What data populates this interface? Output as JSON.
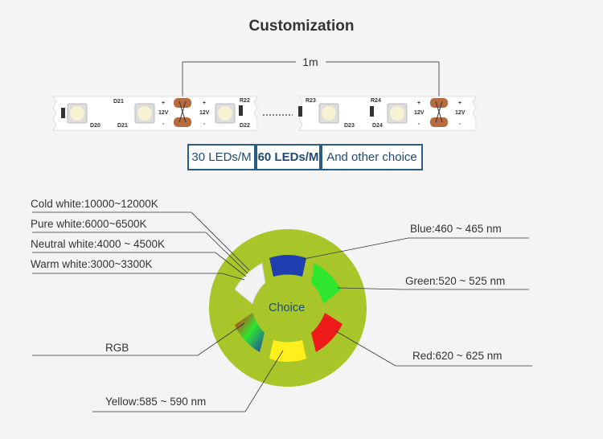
{
  "title": "Customization",
  "strip": {
    "length_label": "1m",
    "left_segment": {
      "led1": "D20",
      "led2_top": "D21",
      "led2_bottom": "D21",
      "plus": "+",
      "minus": "-",
      "voltage": "12V",
      "resistor_top": "R22",
      "led3": "D22"
    },
    "right_segment": {
      "resistor1": "R23",
      "led1": "D23",
      "resistor2": "R24",
      "led2": "D24",
      "plus": "+",
      "minus": "-",
      "voltage": "12V"
    }
  },
  "density_options": [
    "30 LEDs/M",
    "60 LEDs/M",
    "And other choice"
  ],
  "choice_label": "Choice",
  "color_options": {
    "cold_white": "Cold white:10000~12000K",
    "pure_white": "Pure white:6000~6500K",
    "neutral_white": "Neutral white:4000 ~ 4500K",
    "warm_white": "Warm white:3000~3300K",
    "rgb": "RGB",
    "yellow": "Yellow:585 ~ 590 nm",
    "blue": "Blue:460 ~ 465 nm",
    "green": "Green:520 ~ 525 nm",
    "red": "Red:620 ~ 625 nm"
  },
  "colors": {
    "disc": "#a8c52a",
    "accent_box": "#2a5d86",
    "blue_led": "#1f3fb0",
    "green_led": "#2ee62e",
    "red_led": "#ee1a1a",
    "yellow_led": "#ffef1a",
    "white_led": "#f2f2f2"
  }
}
